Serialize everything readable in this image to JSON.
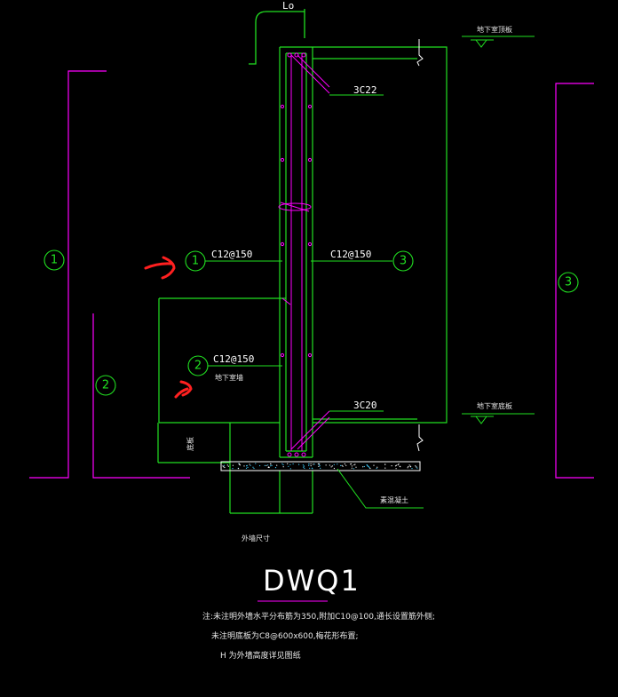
{
  "drawing": {
    "title": "DWQ1",
    "dim_label": "Lo",
    "labels": {
      "rebar_top": "3C22",
      "rebar_bottom": "3C20",
      "rebar_1": "C12@150",
      "rebar_2": "C12@150",
      "rebar_3": "C12@150",
      "level_top": "地下室顶板",
      "level_bottom": "地下室底板",
      "inner_note": "地下室墙",
      "left_note": "底板",
      "right_note": "素混凝土",
      "bottom_note": "外墙尺寸"
    },
    "markers": [
      "1",
      "2",
      "3"
    ],
    "notes": [
      "注:未注明外墙水平分布筋为350,附加C10@100,通长设置筋外侧;",
      "未注明底板为C8@600x600,梅花形布置;",
      "H 为外墙高度详见图纸"
    ]
  },
  "colors": {
    "background": "#000000",
    "magenta": "#ff00ff",
    "green": "#21e021",
    "white": "#ffffff",
    "red": "#ff2020",
    "cyan": "#3fd0ff"
  }
}
